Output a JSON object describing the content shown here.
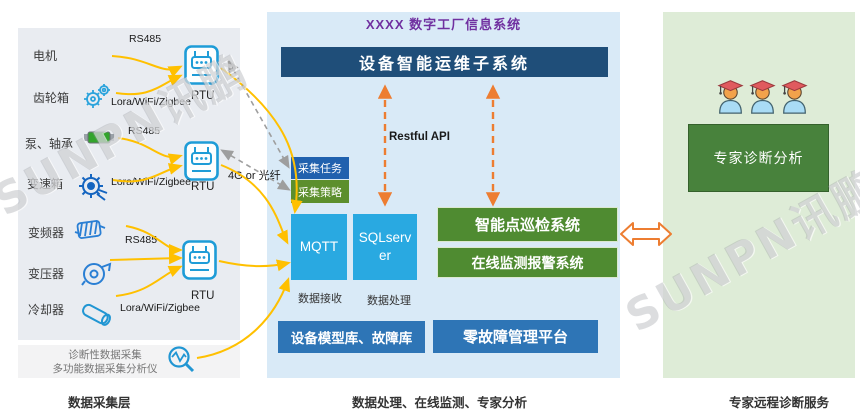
{
  "watermark": {
    "text": "SUNPN讯鹏"
  },
  "left_panel": {
    "devices": [
      {
        "label": "电机"
      },
      {
        "label": "齿轮箱"
      },
      {
        "label": "泵、轴承"
      },
      {
        "label": "变速箱"
      },
      {
        "label": "变频器"
      },
      {
        "label": "变压器"
      },
      {
        "label": "冷却器"
      }
    ],
    "rtu_label": "RTU",
    "links": {
      "rs485": "RS485",
      "lora": "Lora/WiFi/Zigbee",
      "wan": "4G or 光纤"
    },
    "analyzer": {
      "line1": "诊断性数据采集",
      "line2": "多功能数据采集分析仪"
    },
    "caption": "数据采集层"
  },
  "middle_panel": {
    "title": "XXXX 数字工厂信息系统",
    "header": "设备智能运维子系统",
    "api_label": "Restful API",
    "collect_task": "采集任务",
    "collect_strategy": "采集策略",
    "mqtt": "MQTT",
    "sql_server": "SQLserver",
    "data_receive": "数据接收",
    "data_process": "数据处理",
    "inspection_system": "智能点巡检系统",
    "alarm_system": "在线监测报警系统",
    "model_library": "设备模型库、故障库",
    "zero_fault_platform": "零故障管理平台",
    "caption": "数据处理、在线监测、专家分析"
  },
  "right_panel": {
    "diagnosis_label": "专家诊断分析",
    "caption": "专家远程诊断服务"
  },
  "colors": {
    "accent_yellow": "#FFC000",
    "accent_orange": "#ED7D31",
    "dashed_gray": "#9E9E9E",
    "panel_left_bg": "#E9ECF1",
    "panel_middle_bg": "#D9EAF7",
    "panel_right_bg": "#DEECD7",
    "header_dark_blue": "#1F4E79",
    "box_bright_blue": "#29A9E1",
    "box_steel_blue": "#2E75B6",
    "box_green": "#4F8B31",
    "box_dark_green": "#48823C",
    "task_blue": "#2061AE",
    "strategy_green": "#5C8F2D",
    "title_purple": "#7030A0"
  }
}
